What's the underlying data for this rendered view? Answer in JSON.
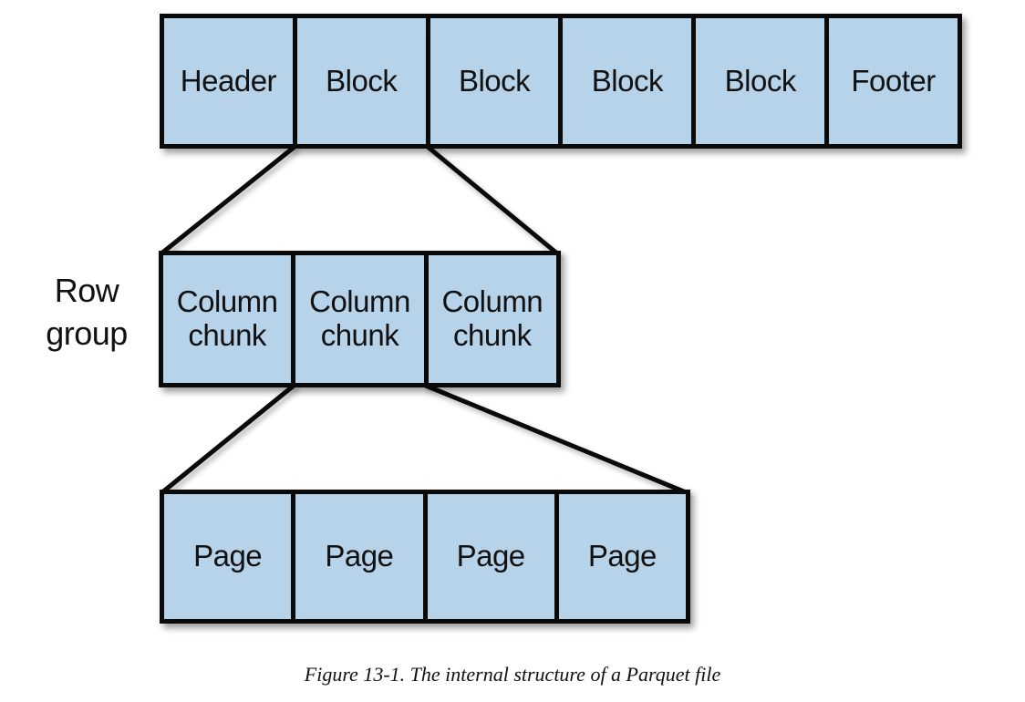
{
  "figure": {
    "caption": "Figure 13-1. The internal structure of a Parquet file"
  },
  "diagram": {
    "row_group_label": "Row group",
    "file_row": {
      "cells": [
        "Header",
        "Block",
        "Block",
        "Block",
        "Block",
        "Footer"
      ]
    },
    "row_group_row": {
      "cells": [
        "Column chunk",
        "Column chunk",
        "Column chunk"
      ]
    },
    "page_row": {
      "cells": [
        "Page",
        "Page",
        "Page",
        "Page"
      ]
    }
  },
  "colors": {
    "cell_fill": "#b6d3ea",
    "line": "#0a0a0a",
    "background": "#ffffff"
  }
}
